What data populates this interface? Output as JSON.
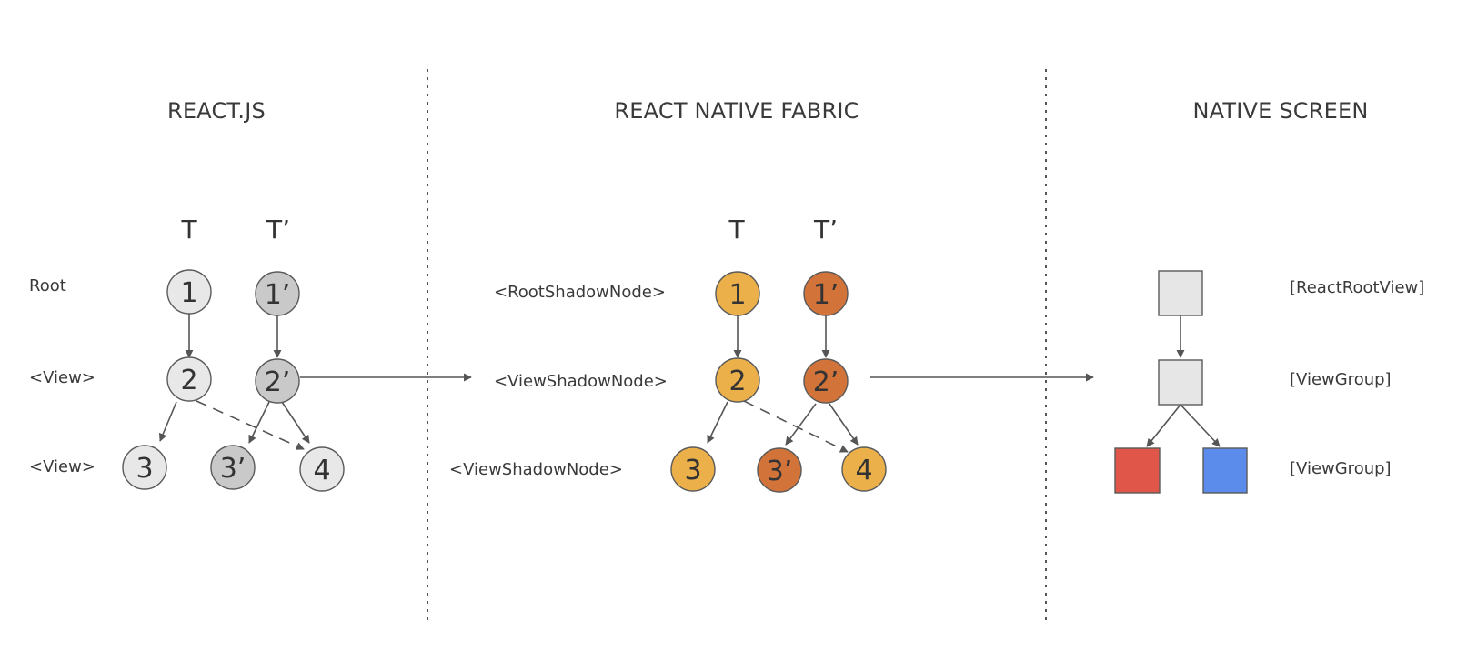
{
  "panels": {
    "react_js": {
      "title": "REACT.JS"
    },
    "fabric": {
      "title": "REACT NATIVE FABRIC"
    },
    "native": {
      "title": "NATIVE SCREEN"
    }
  },
  "tree_labels": {
    "t": "T",
    "t_prime": "T’"
  },
  "react_js_rows": {
    "root": "Root",
    "view_1": "<View>",
    "view_2": "<View>"
  },
  "fabric_rows": {
    "root": "<RootShadowNode>",
    "view_1": "<ViewShadowNode>",
    "view_2": "<ViewShadowNode>"
  },
  "native_rows": {
    "root": "[ReactRootView]",
    "view_1": "[ViewGroup]",
    "view_2": "[ViewGroup]"
  },
  "react_js_nodes": {
    "n1": "1",
    "n2": "2",
    "n3": "3",
    "n4": "4",
    "n1p": "1’",
    "n2p": "2’",
    "n3p": "3’"
  },
  "fabric_nodes": {
    "n1": "1",
    "n2": "2",
    "n3": "3",
    "n4": "4",
    "n1p": "1’",
    "n2p": "2’",
    "n3p": "3’"
  },
  "colors": {
    "light_gray": "#e8e8e8",
    "dark_gray": "#c9c9c9",
    "fabric_yellow": "#ebb04a",
    "fabric_orange": "#d2733a",
    "native_gray": "#e6e6e6",
    "native_red": "#e0574a",
    "native_blue": "#5b8ceb"
  }
}
